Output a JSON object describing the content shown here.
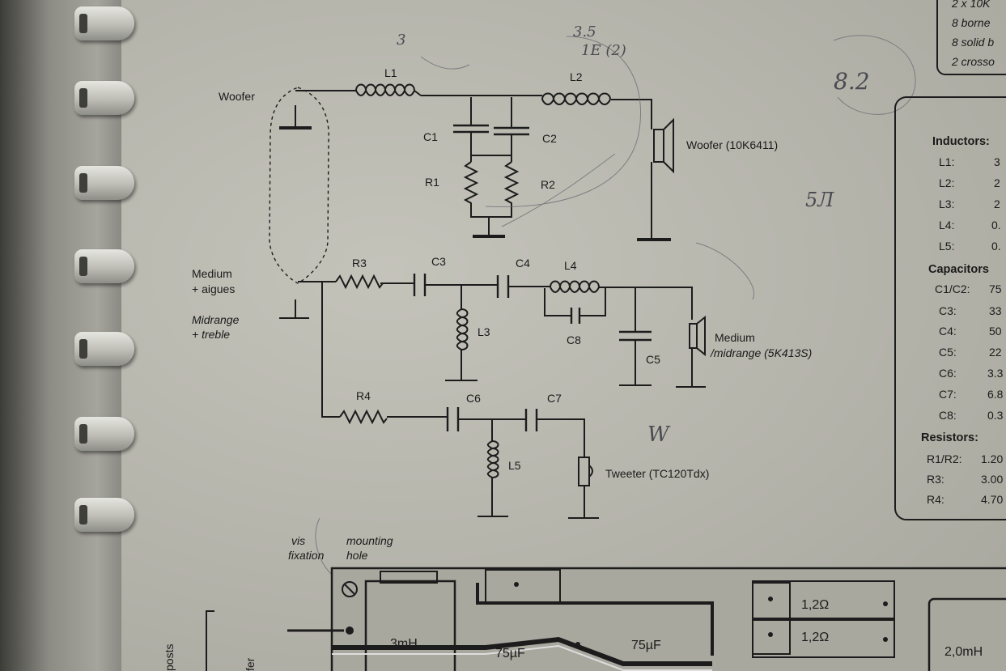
{
  "labels": {
    "woofer_input": "Woofer",
    "l1": "L1",
    "l2": "L2",
    "c1": "C1",
    "c2": "C2",
    "r1": "R1",
    "r2": "R2",
    "woofer_driver": "Woofer (10K6411)",
    "medium_fr": "Medium",
    "aigues_fr": "+ aigues",
    "midrange_en": "Midrange",
    "treble_en": "+ treble",
    "r3": "R3",
    "c3": "C3",
    "c4": "C4",
    "l4": "L4",
    "l3": "L3",
    "c8": "C8",
    "c5": "C5",
    "medium_driver": "Medium",
    "midrange_driver": "/midrange (5K413S)",
    "r4": "R4",
    "c6": "C6",
    "c7": "C7",
    "l5": "L5",
    "tweeter_driver": "Tweeter (TC120Tdx)"
  },
  "handwriting": [
    "3",
    "3.5",
    "1E (2)",
    "8.2",
    "5Л",
    "W"
  ],
  "parts_box": {
    "lines": [
      "2 x 10K",
      "8 borne",
      "8 solid b",
      "2 crosso"
    ]
  },
  "parts_table": {
    "inductors_heading": "Inductors:",
    "inductors": [
      {
        "name": "L1:",
        "value": "3"
      },
      {
        "name": "L2:",
        "value": "2"
      },
      {
        "name": "L3:",
        "value": "2"
      },
      {
        "name": "L4:",
        "value": "0."
      },
      {
        "name": "L5:",
        "value": "0."
      }
    ],
    "capacitors_heading": "Capacitors",
    "capacitors": [
      {
        "name": "C1/C2:",
        "value": "75"
      },
      {
        "name": "C3:",
        "value": "33"
      },
      {
        "name": "C4:",
        "value": "50"
      },
      {
        "name": "C5:",
        "value": "22"
      },
      {
        "name": "C6:",
        "value": "3.3"
      },
      {
        "name": "C7:",
        "value": "6.8"
      },
      {
        "name": "C8:",
        "value": "0.3"
      }
    ],
    "resistors_heading": "Resistors:",
    "resistors": [
      {
        "name": "R1/R2:",
        "value": "1.20"
      },
      {
        "name": "R3:",
        "value": "3.00"
      },
      {
        "name": "R4:",
        "value": "4.70"
      }
    ]
  },
  "pcb": {
    "vis_fixation": "vis",
    "vis_fixation_2": "fixation",
    "mounting_hole": "mounting",
    "mounting_hole_2": "hole",
    "inductor_3mh": "3mH",
    "cap_75uf_a": "75µF",
    "cap_75uf_b": "75µF",
    "res_a": "1,2Ω",
    "res_b": "1,2Ω",
    "inductor_2mh": "2,0mH",
    "side_posts": "posts",
    "side_fer": "fer"
  }
}
